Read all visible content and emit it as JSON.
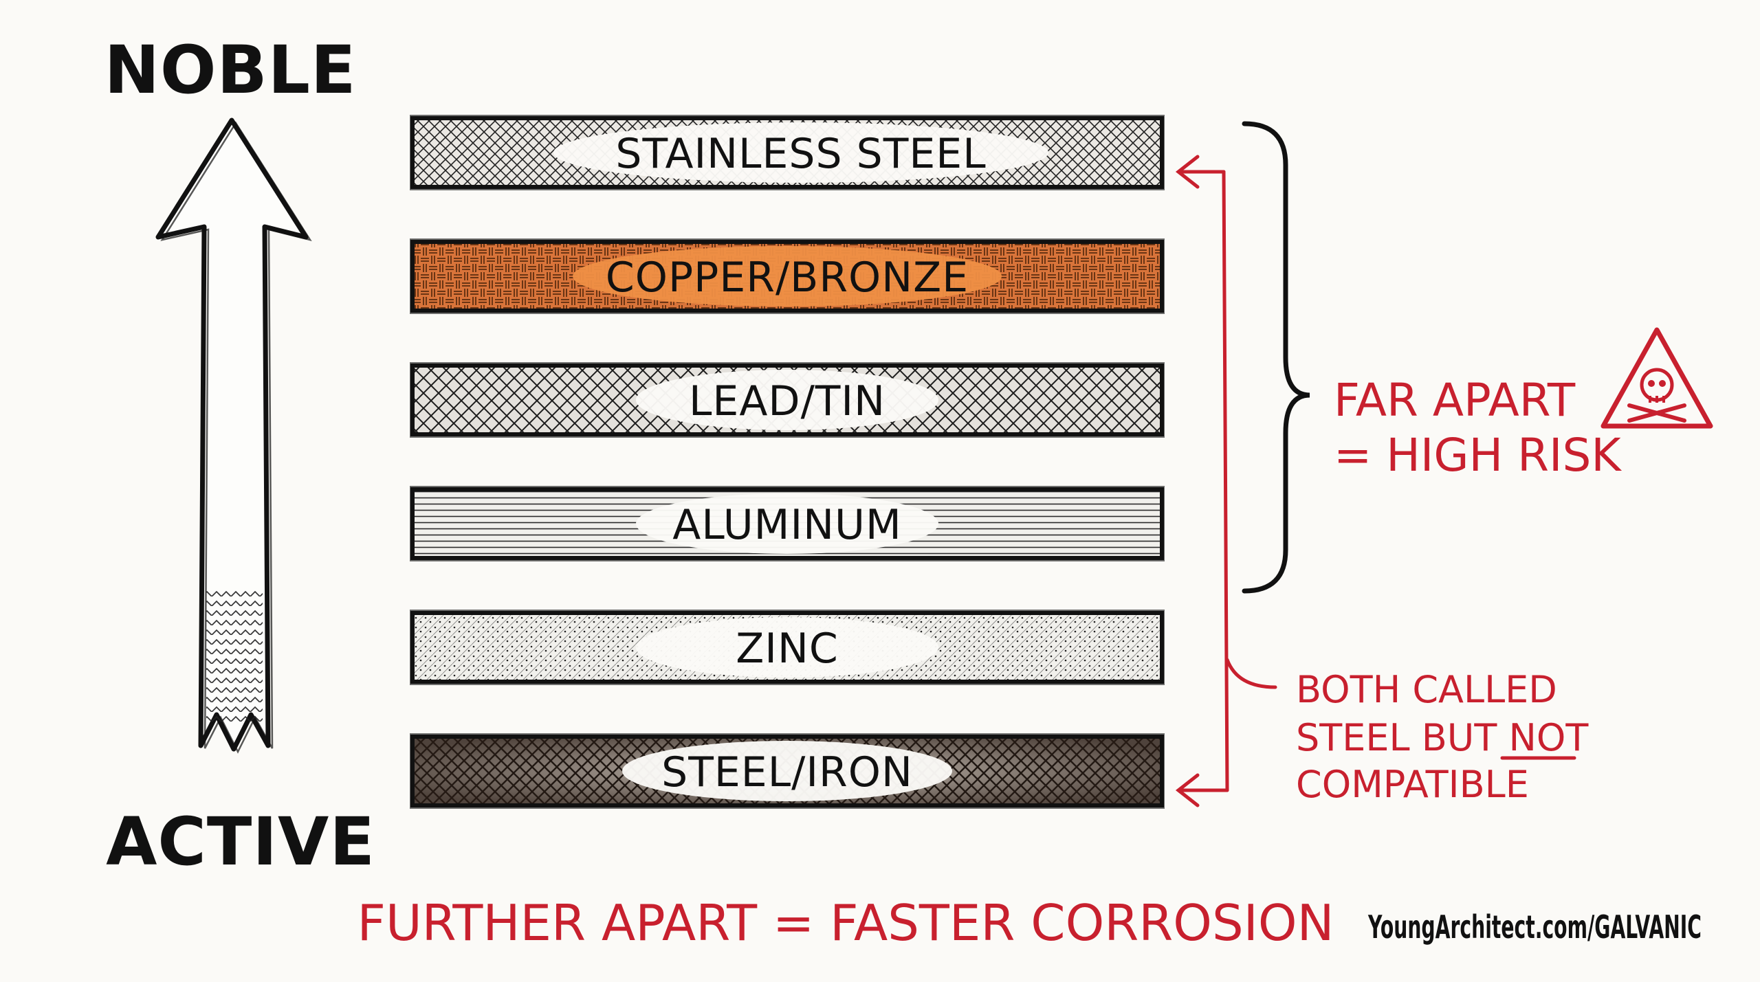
{
  "axis": {
    "top_label": "NOBLE",
    "bottom_label": "ACTIVE"
  },
  "metals": [
    {
      "id": "stainless-steel",
      "label": "STAINLESS STEEL",
      "pattern": "crosshatch-fine",
      "color": "#e6e2dc"
    },
    {
      "id": "copper-bronze",
      "label": "COPPER/BRONZE",
      "pattern": "weave",
      "color": "#dc7a36"
    },
    {
      "id": "lead-tin",
      "label": "LEAD/TIN",
      "pattern": "crosshatch",
      "color": "#dcd8d2"
    },
    {
      "id": "aluminum",
      "label": "ALUMINUM",
      "pattern": "horizontal-lines",
      "color": "#ecebe7"
    },
    {
      "id": "zinc",
      "label": "ZINC",
      "pattern": "stipple",
      "color": "#eeede9"
    },
    {
      "id": "steel-iron",
      "label": "STEEL/IRON",
      "pattern": "rust-crosshatch",
      "color": "#3a2a22"
    }
  ],
  "annotations": {
    "far_apart_line1": "FAR APART",
    "far_apart_line2": "= HIGH RISK",
    "both_line1": "BOTH CALLED",
    "both_line2_a": "STEEL BUT ",
    "both_line2_b": "NOT",
    "both_line3": "COMPATIBLE",
    "footer": "FURTHER APART = FASTER CORROSION",
    "url": "YoungArchitect.com/GALVANIC"
  },
  "icons": {
    "warning": "skull-warning-icon",
    "arrow": "up-arrow-icon"
  },
  "colors": {
    "accent_red": "#c8202e",
    "ink": "#111111",
    "copper": "#dc7a36"
  }
}
